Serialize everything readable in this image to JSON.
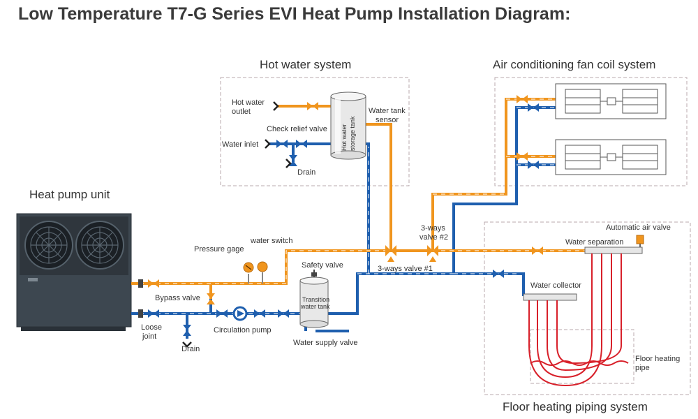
{
  "title": "Low Temperature T7-G Series EVI Heat Pump Installation Diagram:",
  "sections": {
    "hot_water": "Hot water system",
    "air_conditioning": "Air conditioning fan coil system",
    "heat_pump": "Heat pump unit",
    "floor_heating": "Floor heating piping system"
  },
  "labels": {
    "hot_water_outlet_1": "Hot water",
    "hot_water_outlet_2": "outlet",
    "check_relief_valve": "Check relief valve",
    "water_inlet": "Water inlet",
    "drain_top": "Drain",
    "storage_tank_1": "Hot water",
    "storage_tank_2": "storage tank",
    "water_tank_sensor_1": "Water tank",
    "water_tank_sensor_2": "sensor",
    "pressure_gage": "Pressure gage",
    "water_switch": "water switch",
    "bypass_valve": "Bypass valve",
    "loose_joint_1": "Loose",
    "loose_joint_2": "joint",
    "drain_bottom": "Drain",
    "circulation_pump": "Circulation pump",
    "safety_valve": "Safety valve",
    "transition_tank_1": "Transition",
    "transition_tank_2": "water tank",
    "water_supply_valve": "Water supply valve",
    "three_way_1": "3-ways valve #1",
    "three_way_2_a": "3-ways",
    "three_way_2_b": "valve #2",
    "automatic_air_valve": "Automatic air valve",
    "water_separation": "Water separation",
    "water_collector": "Water collector",
    "floor_heating_pipe_1": "Floor heating",
    "floor_heating_pipe_2": "pipe"
  },
  "colors": {
    "hot_pipe": "#f0951e",
    "cold_pipe": "#1f5fae",
    "heating_pipe": "#d8202a",
    "unit_body": "#3d4750"
  }
}
